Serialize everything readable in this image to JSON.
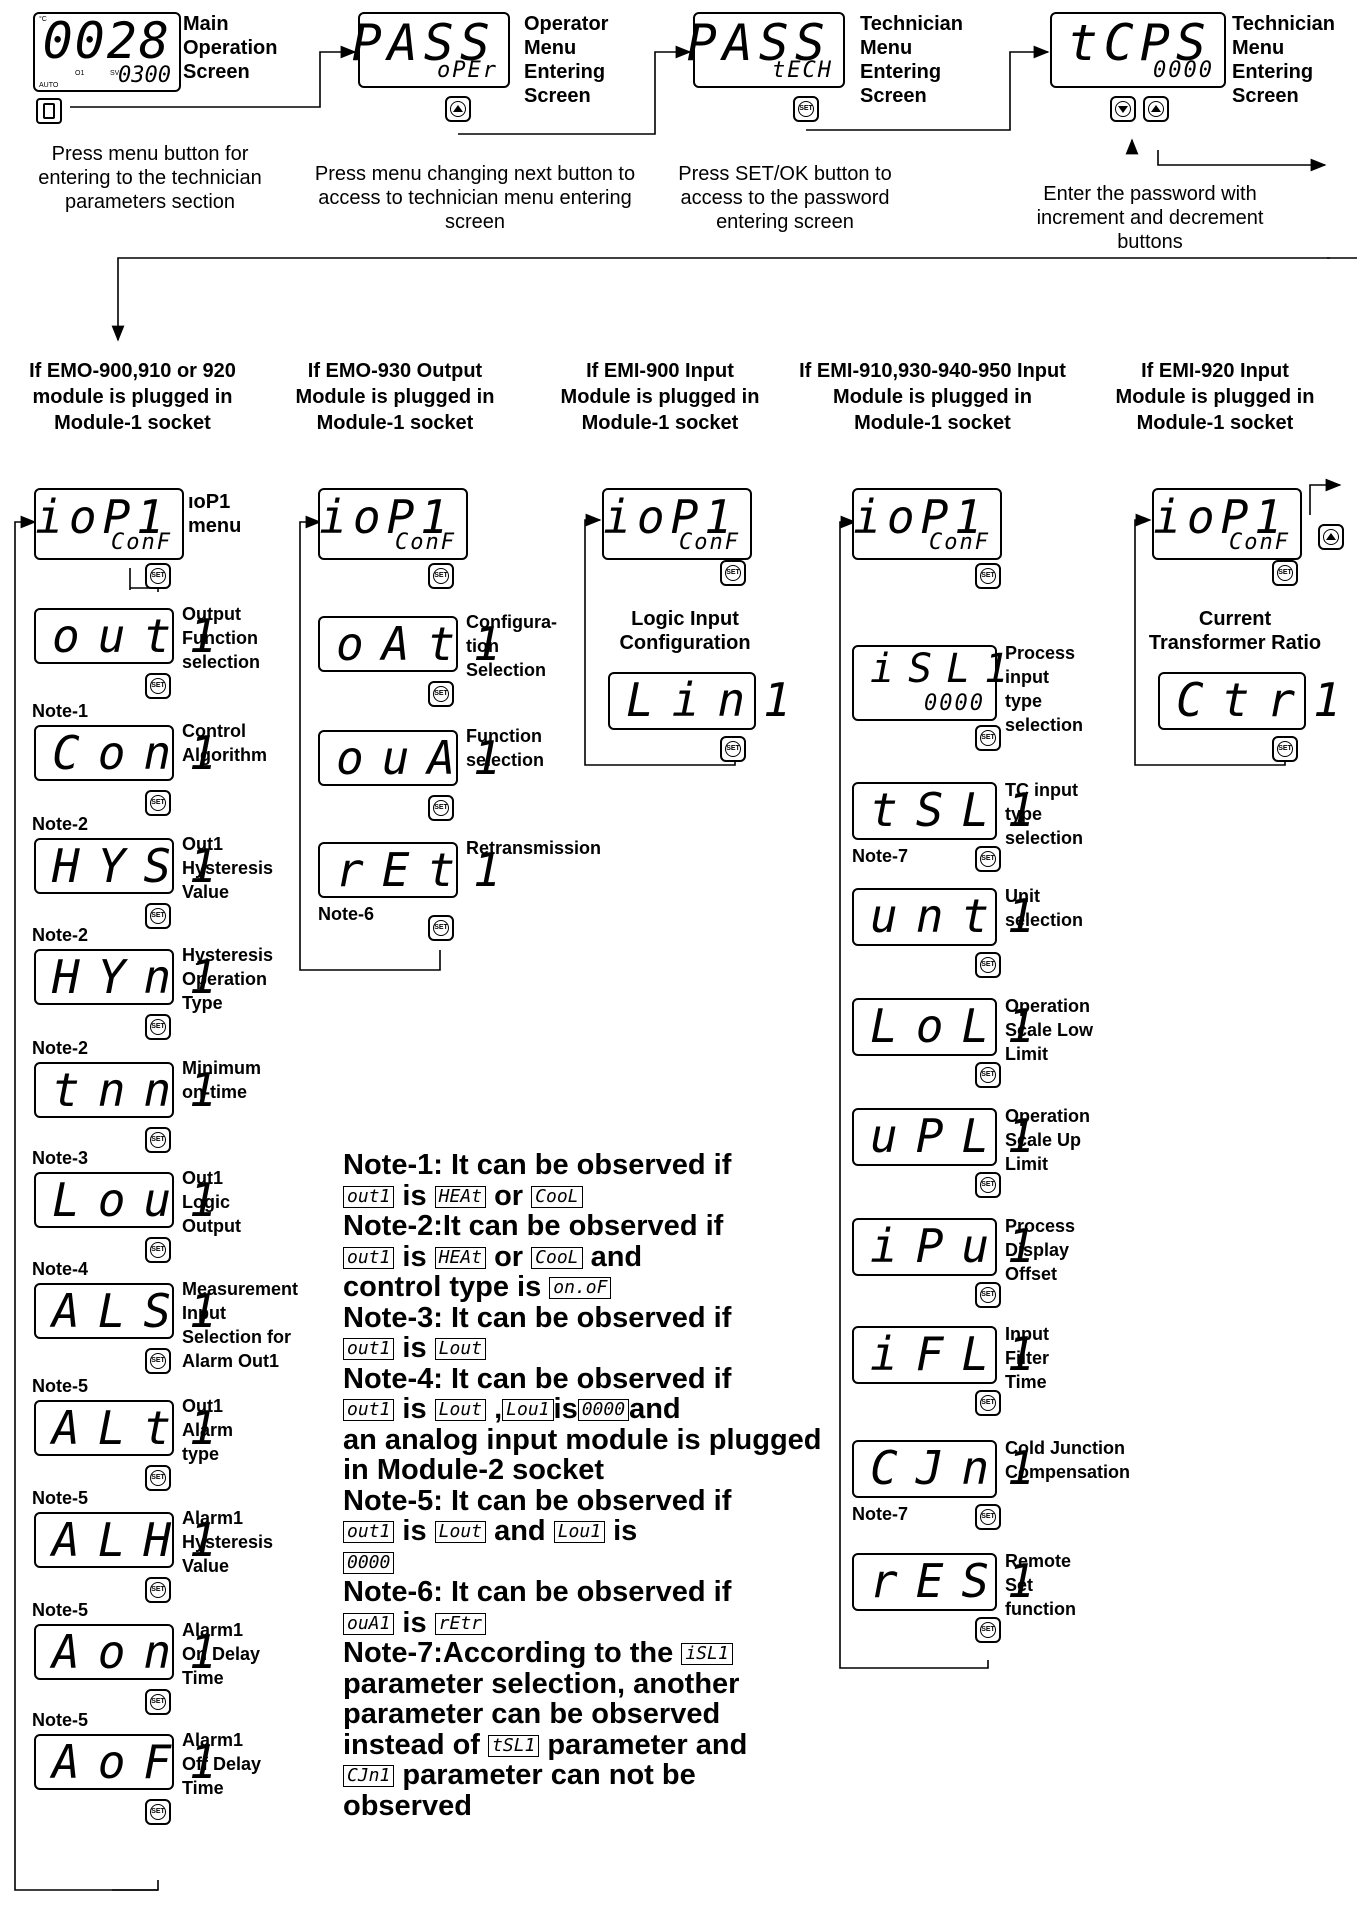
{
  "top": {
    "main_screen": {
      "big": "0028",
      "small": "0300",
      "tiny_c": "°C",
      "tiny_o1": "O1",
      "tiny_sv": "SV",
      "tiny_auto": "AUTO",
      "label": "Main\nOperation\nScreen"
    },
    "operator_screen": {
      "big": "PASS",
      "small": "oPEr",
      "label": "Operator\nMenu\nEntering\nScreen"
    },
    "technician_screen": {
      "big": "PASS",
      "small": "tECH",
      "label": "Technician\nMenu\nEntering\nScreen"
    },
    "password_screen": {
      "big": "tCPS",
      "small": "0000",
      "label": "Technician\nMenu\nEntering\nScreen"
    },
    "desc_menu": "Press menu button for entering to the technician parameters section",
    "desc_next": "Press menu changing next button to access to technician menu entering screen",
    "desc_set": "Press SET/OK button to access to the password entering screen",
    "desc_password": "Enter the password with increment and decrement buttons",
    "set_label": "SET"
  },
  "columns": [
    {
      "header": "If EMO-900,910 or 920 module is plugged in Module-1 socket"
    },
    {
      "header": "If EMO-930 Output Module is plugged in Module-1 socket"
    },
    {
      "header": "If EMI-900 Input Module is plugged in Module-1 socket"
    },
    {
      "header": "If EMI-910,930-940-950 Input Module is plugged in Module-1 socket"
    },
    {
      "header": "If EMI-920 Input Module is plugged in Module-1 socket"
    }
  ],
  "conf": {
    "big": "ioP1",
    "small": "ConF",
    "menu_label": "ıoP1\nmenu"
  },
  "col1": [
    {
      "code": "out1",
      "label": "Output\nFunction\nselection",
      "note": ""
    },
    {
      "code": "Con1",
      "label": "Control\nAlgorithm",
      "note": "Note-1"
    },
    {
      "code": "HYS1",
      "label": "Out1\nHysteresis\nValue",
      "note": "Note-2"
    },
    {
      "code": "HYn1",
      "label": "Hysteresis\nOperation\nType",
      "note": "Note-2"
    },
    {
      "code": "tnn1",
      "label": "Minimum\non-time",
      "note": "Note-2"
    },
    {
      "code": "Lou1",
      "label": "Out1\nLogic\nOutput",
      "note": "Note-3"
    },
    {
      "code": "ALS1",
      "label": "Measurement\nInput\nSelection for\nAlarm Out1",
      "note": "Note-4"
    },
    {
      "code": "ALt1",
      "label": "Out1\nAlarm\ntype",
      "note": "Note-5"
    },
    {
      "code": "ALH1",
      "label": "Alarm1\nHysteresis\nValue",
      "note": "Note-5"
    },
    {
      "code": "Aon1",
      "label": "Alarm1\nOn Delay\nTime",
      "note": "Note-5"
    },
    {
      "code": "AoF1",
      "label": "Alarm1\nOff Delay\nTime",
      "note": "Note-5"
    }
  ],
  "col2": [
    {
      "code": "oAt1",
      "label": "Configura-\ntion\nSelection"
    },
    {
      "code": "ouA1",
      "label": "Function\nselection"
    },
    {
      "code": "rEt1",
      "label": "Retransmission",
      "note": "Note-6"
    }
  ],
  "col3": {
    "label": "Logic Input\nConfiguration",
    "code": "Lin1"
  },
  "col4": [
    {
      "code": "iSL1",
      "small": "0000",
      "label": "Process\ninput\ntype\nselection"
    },
    {
      "code": "tSL1",
      "label": "TC input\ntype\nselection",
      "note": "Note-7"
    },
    {
      "code": "unt1",
      "label": "Unit\nselection"
    },
    {
      "code": "LoL1",
      "label": "Operation\nScale Low\nLimit"
    },
    {
      "code": "uPL1",
      "label": "Operation\nScale Up\nLimit"
    },
    {
      "code": "iPu1",
      "label": "Process\nDisplay\nOffset"
    },
    {
      "code": "iFL1",
      "label": "Input\nFilter\nTime"
    },
    {
      "code": "CJn1",
      "label": "Cold Junction\nCompensation",
      "note": "Note-7"
    },
    {
      "code": "rES1",
      "label": "Remote\nSet\nfunction"
    }
  ],
  "col5": {
    "label": "Current\nTransformer Ratio",
    "code": "Ctr1"
  },
  "notes": {
    "n1a": "Note-1: It can be observed if",
    "n1b": " is ",
    "n1c": " or ",
    "n2a": "Note-2:It can be observed if",
    "n2b": " is ",
    "n2c": " or ",
    "n2d": " and",
    "n2e": "control type is ",
    "n3a": "Note-3: It can be observed if",
    "n3b": " is ",
    "n4a": "Note-4: It can be observed if",
    "n4b": " is ",
    "n4c": " ,",
    "n4d": "is",
    "n4e": "and",
    "n4f": "an analog input module is plugged in Module-2 socket",
    "n5a": "Note-5: It can be observed if",
    "n5b": " is ",
    "n5c": " and ",
    "n5d": " is",
    "n6a": "Note-6: It can be observed if",
    "n6b": " is ",
    "n7a": "Note-7:According to the ",
    "n7b": "parameter selection, another parameter can be observed instead of ",
    "n7c": " parameter and ",
    "n7d": " parameter can not be observed",
    "codes": {
      "out1": "out1",
      "HEAt": "HEAt",
      "CooL": "CooL",
      "onoF": "on.oF",
      "Lout": "Lout",
      "Lou1": "Lou1",
      "zero": "0000",
      "ouA1": "ouA1",
      "rEtr": "rEtr",
      "iSL1": "iSL1",
      "tSL1": "tSL1",
      "CJn1": "CJn1"
    }
  }
}
